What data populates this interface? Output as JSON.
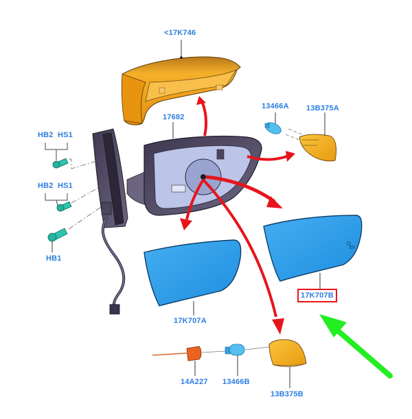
{
  "diagram": {
    "title": "Exterior rear view mirror exploded parts diagram",
    "colors": {
      "label": "#2a7de1",
      "arrow_red": "#e8141c",
      "arrow_green": "#22ee22",
      "highlight_box": "#e8141c",
      "cover": "#f2a516",
      "glass": "#2f9ee8",
      "housing": "#5a5470",
      "bulb": "#55bff0",
      "fastener": "#2ec4b0",
      "wire_terminal": "#ea6420"
    },
    "parts": [
      {
        "id": "17K746",
        "label": "<17K746",
        "name": "mirror housing cover"
      },
      {
        "id": "17682",
        "label": "17682",
        "name": "mirror assembly housing"
      },
      {
        "id": "13466A",
        "label": "13466A",
        "name": "bulb"
      },
      {
        "id": "13B375A",
        "label": "13B375A",
        "name": "lamp assembly"
      },
      {
        "id": "HB2-HS1-upper",
        "label_a": "HB2",
        "label_b": "HS1",
        "name": "upper bolt"
      },
      {
        "id": "HB2-HS1-middle",
        "label_a": "HB2",
        "label_b": "HS1",
        "name": "middle bolt"
      },
      {
        "id": "HB1",
        "label": "HB1",
        "name": "lower bolt"
      },
      {
        "id": "17K707A",
        "label": "17K707A",
        "name": "mirror glass"
      },
      {
        "id": "17K707B",
        "label": "17K707B",
        "name": "mirror glass with blind spot indicator",
        "highlighted": true
      },
      {
        "id": "14A227",
        "label": "14A227",
        "name": "wire terminal"
      },
      {
        "id": "13466B",
        "label": "13466B",
        "name": "bulb"
      },
      {
        "id": "13B375B",
        "label": "13B375B",
        "name": "puddle lamp assembly"
      }
    ],
    "annotations": {
      "green_arrow": "points to 17K707B"
    }
  }
}
